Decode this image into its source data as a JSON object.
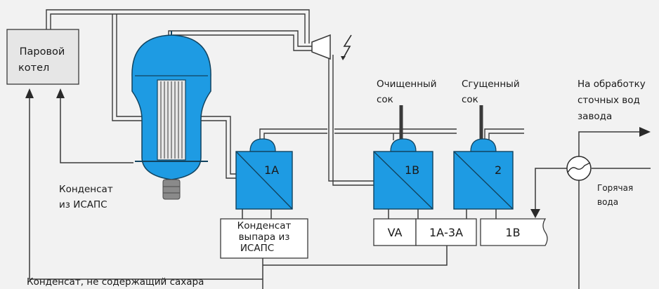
{
  "colors": {
    "background": "#f2f2f2",
    "vessel": "#1e9be3",
    "vessel_stroke": "#11435f",
    "pipe": "#3a3a3a",
    "box_fill": "#ffffff",
    "boiler_fill": "#e6e6e6"
  },
  "boiler": {
    "line1": "Паровой",
    "line2": "котел"
  },
  "evaporators": [
    {
      "id": "1A",
      "label": "1А"
    },
    {
      "id": "1B",
      "label": "1В"
    },
    {
      "id": "2",
      "label": "2"
    }
  ],
  "labels": {
    "juice_purified_1": "Очищенный",
    "juice_purified_2": "сок",
    "juice_thick_1": "Сгущенный",
    "juice_thick_2": "сок",
    "wastewater_1": "На обработку",
    "wastewater_2": "сточных вод",
    "wastewater_3": "завода",
    "condensate_isaps_1": "Конденсат",
    "condensate_isaps_2": "из ИСАПС",
    "hot_water_1": "Горячая",
    "hot_water_2": "вода",
    "evap_condensate_1": "Конденсат",
    "evap_condensate_2": "выпара из",
    "evap_condensate_3": "ИСАПС",
    "sugar_free_condensate": "Конденсат, не содержащий сахара"
  },
  "tanks": {
    "t1": "VA",
    "t2": "1А-3А",
    "t3": "1В"
  },
  "icons": {
    "turbine": "turbine-icon",
    "lightning": "lightning-icon",
    "heat_exchanger": "heat-exchanger-icon"
  }
}
